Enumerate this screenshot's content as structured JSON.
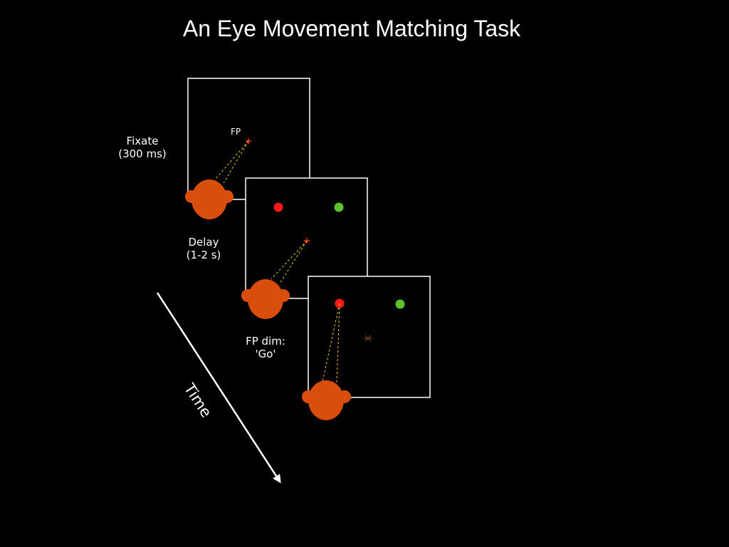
{
  "title": "An Eye Movement Matching Task",
  "stages": [
    {
      "label_line1": "Fixate",
      "label_line2": "(300 ms)",
      "fp_label": "FP"
    },
    {
      "label_line1": "Delay",
      "label_line2": "(1-2 s)"
    },
    {
      "label_line1": "FP dim:",
      "label_line2": "'Go'"
    }
  ],
  "time_label": "Time",
  "colors": {
    "background": "#000000",
    "head": "#d94e0a",
    "gaze_line": "#e8c81a",
    "fixation_point": "#ff2a1a",
    "dim_fixation_point": "#7a4a2a",
    "red_target": "#ff1a1a",
    "green_target": "#5cc22f",
    "frame": "#ffffff"
  }
}
